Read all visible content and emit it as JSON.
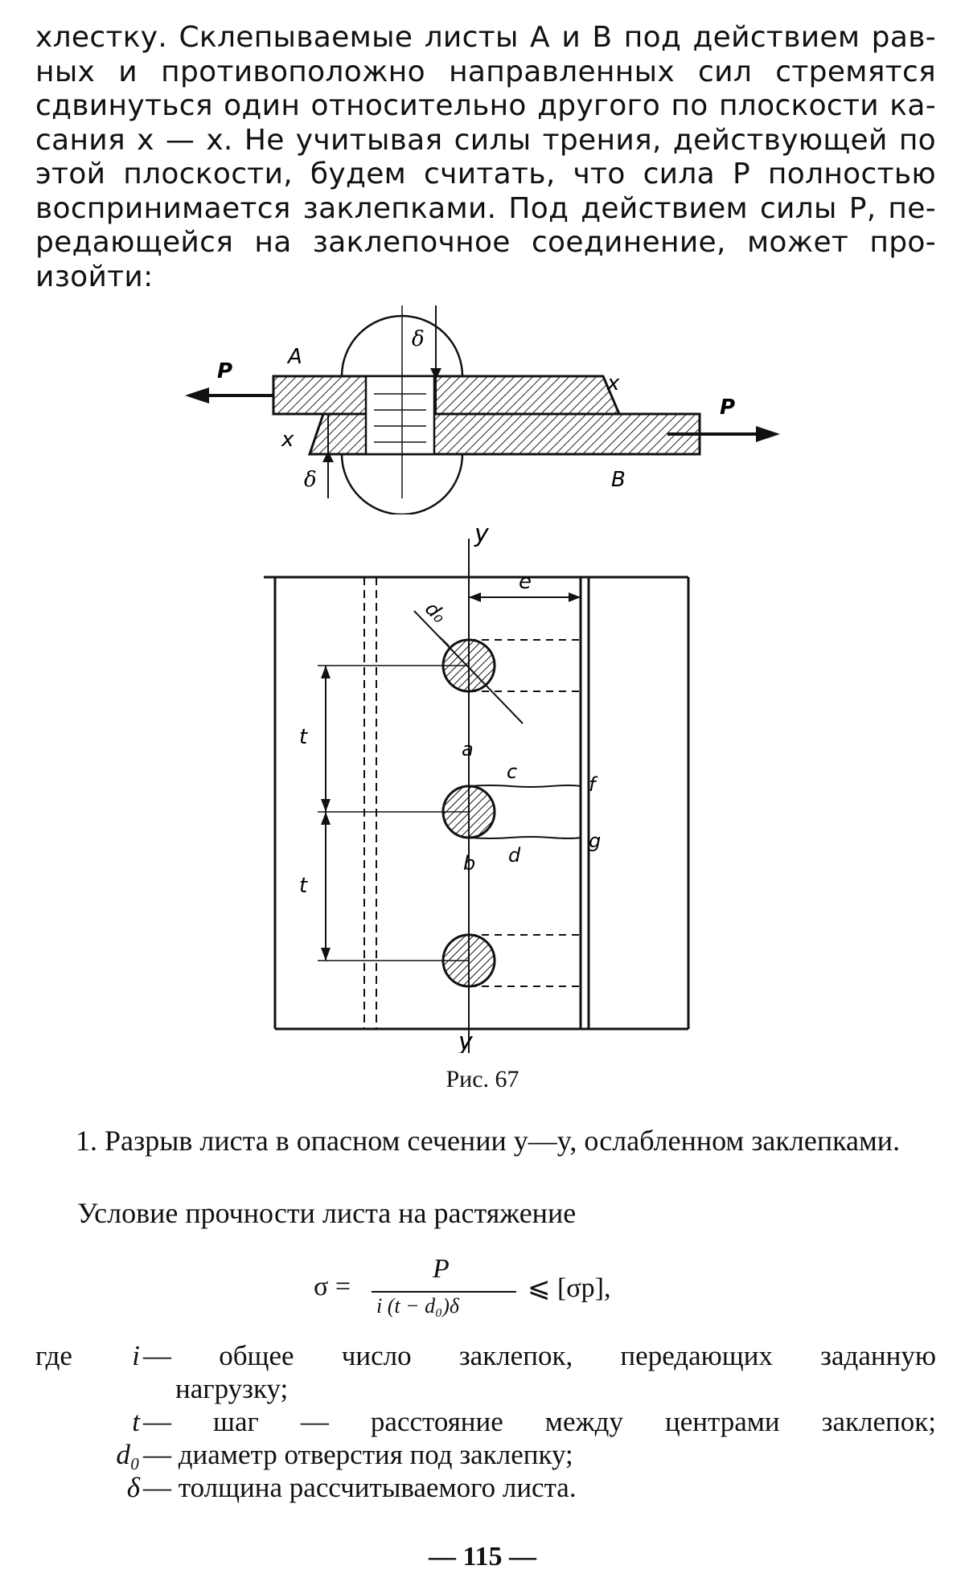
{
  "intro_lines": [
    "хлестку. Склепываемые листы A и B под действием рав-",
    "ных и противоположно направленных сил стремятся",
    "сдвинуться один относительно другого по плоскости ка-",
    "сания x — x. Не учитывая силы трения, действующей по",
    "этой плоскости, будем считать, что сила P полностью",
    "воспринимается заклепками. Под действием силы P, пе-",
    "редающейся на заклепочное соединение, может про-",
    "изойти:"
  ],
  "figure_top": {
    "label_p_left": "P",
    "label_a": "A",
    "label_x_right": "x",
    "label_x_left": "x",
    "label_p_right": "P",
    "label_b": "B",
    "label_delta_top": "δ",
    "label_delta_bottom": "δ"
  },
  "figure_bottom": {
    "label_y_top": "y",
    "label_y_bottom": "y",
    "label_e": "e",
    "label_d0": "d₀",
    "label_t1": "t",
    "label_t2": "t",
    "label_a": "a",
    "label_b": "b",
    "label_c": "c",
    "label_d": "d",
    "label_f": "f",
    "label_g": "g"
  },
  "caption": "Рис. 67",
  "paragraph_1": "1. Разрыв листа в опасном сечении y—y, ослабленном заклепками.",
  "paragraph_2": "Условие прочности листа на растяжение",
  "formula": {
    "lhs": "σ =",
    "numerator": "P",
    "denominator": "i (t − d₀)δ",
    "rhs": "⩽ [σp],"
  },
  "definitions": {
    "where": "где",
    "items": [
      {
        "symbol": "i",
        "text": "— общее число заклепок, передающих заданную"
      },
      {
        "symbol": "",
        "text": "нагрузку;"
      },
      {
        "symbol": "t",
        "text": "— шаг — расстояние между центрами заклепок;"
      },
      {
        "symbol": "d₀",
        "text": "— диаметр отверстия под заклепку;"
      },
      {
        "symbol": "δ",
        "text": "— толщина рассчитываемого листа."
      }
    ]
  },
  "page_number": "— 115 —"
}
